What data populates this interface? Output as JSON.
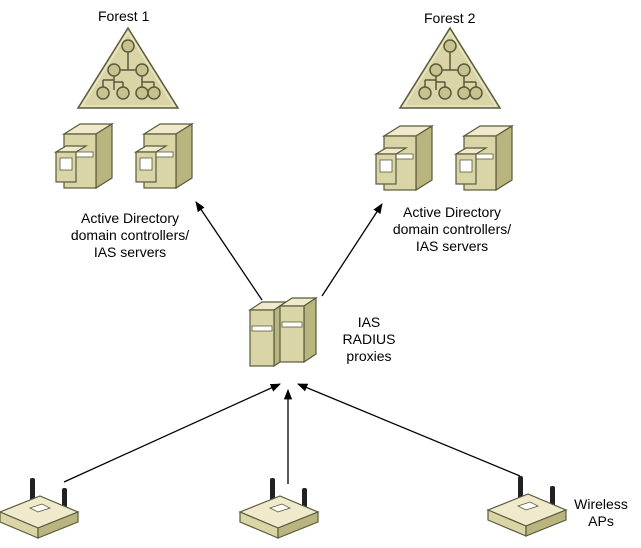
{
  "forests": [
    {
      "title": "Forest 1",
      "server_label": [
        "Active Directory",
        "domain controllers/",
        "IAS servers"
      ]
    },
    {
      "title": "Forest 2",
      "server_label": [
        "Active Directory",
        "domain controllers/",
        "IAS servers"
      ]
    }
  ],
  "proxy": {
    "label": [
      "IAS",
      "RADIUS",
      "proxies"
    ]
  },
  "access_points": {
    "label": [
      "Wireless",
      "APs"
    ]
  },
  "colors": {
    "device_fill": "#d9d5a6",
    "device_shade": "#b9b57f",
    "device_outline": "#5b5a3c",
    "arrow": "#000000"
  },
  "icons": {
    "forest": "forest-triangle-icon",
    "server": "server-tower-icon",
    "access_point": "wireless-ap-icon"
  }
}
